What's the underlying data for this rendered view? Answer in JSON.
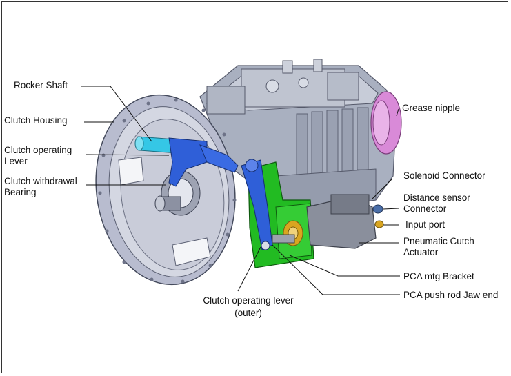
{
  "labels": {
    "rocker_shaft": "Rocker Shaft",
    "clutch_housing": "Clutch Housing",
    "clutch_operating_lever_1": "Clutch operating",
    "clutch_operating_lever_2": "Lever",
    "clutch_withdrawal_bearing_1": "Clutch withdrawal",
    "clutch_withdrawal_bearing_2": "Bearing",
    "grease_nipple": "Grease nipple",
    "solenoid_connector": "Solenoid Connector",
    "distance_sensor_connector_1": "Distance sensor",
    "distance_sensor_connector_2": "Connector",
    "input_port": "Input port",
    "pneumatic_cutch_actuator_1": "Pneumatic Cutch",
    "pneumatic_cutch_actuator_2": "Actuator",
    "pca_mtg_bracket": "PCA mtg Bracket",
    "pca_push_rod_jaw_end": "PCA push rod Jaw end",
    "clutch_operating_lever_outer_1": "Clutch operating lever",
    "clutch_operating_lever_outer_2": "(outer)"
  },
  "colors": {
    "housing": "#b8bccf",
    "housing_dark": "#8e93aa",
    "gearbox": "#a9b0c0",
    "gearbox_dark": "#7d8496",
    "rocker_shaft": "#35c7e6",
    "lever": "#2f5fd8",
    "bracket": "#22bb22",
    "grease_ring": "#d98ad8",
    "actuator": "#8a8f9c",
    "brass": "#d9a520"
  }
}
